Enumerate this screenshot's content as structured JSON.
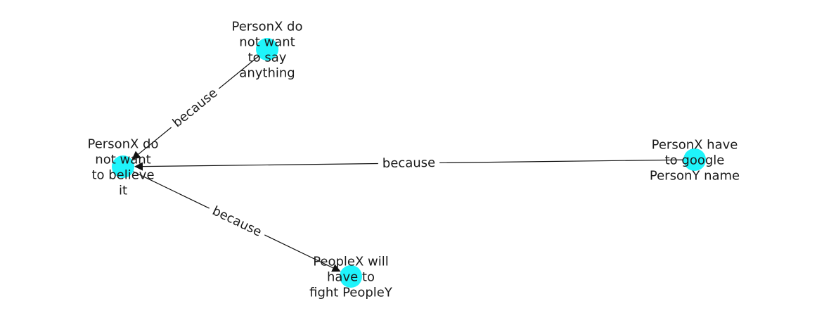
{
  "diagram": {
    "node_color": "#1ff4fb",
    "edge_color": "#111111",
    "nodes": [
      {
        "id": "n_say",
        "lines": [
          "PersonX do",
          "not want",
          "to say",
          "anything"
        ]
      },
      {
        "id": "n_believe",
        "lines": [
          "PersonX do",
          "not want",
          "to believe",
          "it"
        ]
      },
      {
        "id": "n_google",
        "lines": [
          "PersonX have",
          "to google",
          "PersonY name"
        ]
      },
      {
        "id": "n_fight",
        "lines": [
          "PeopleX will",
          "have to",
          "fight PeopleY"
        ]
      }
    ],
    "edges": [
      {
        "from": "n_say",
        "to": "n_believe",
        "label": "because"
      },
      {
        "from": "n_google",
        "to": "n_believe",
        "label": "because"
      },
      {
        "from": "n_believe",
        "to": "n_fight",
        "label": "because"
      }
    ]
  }
}
